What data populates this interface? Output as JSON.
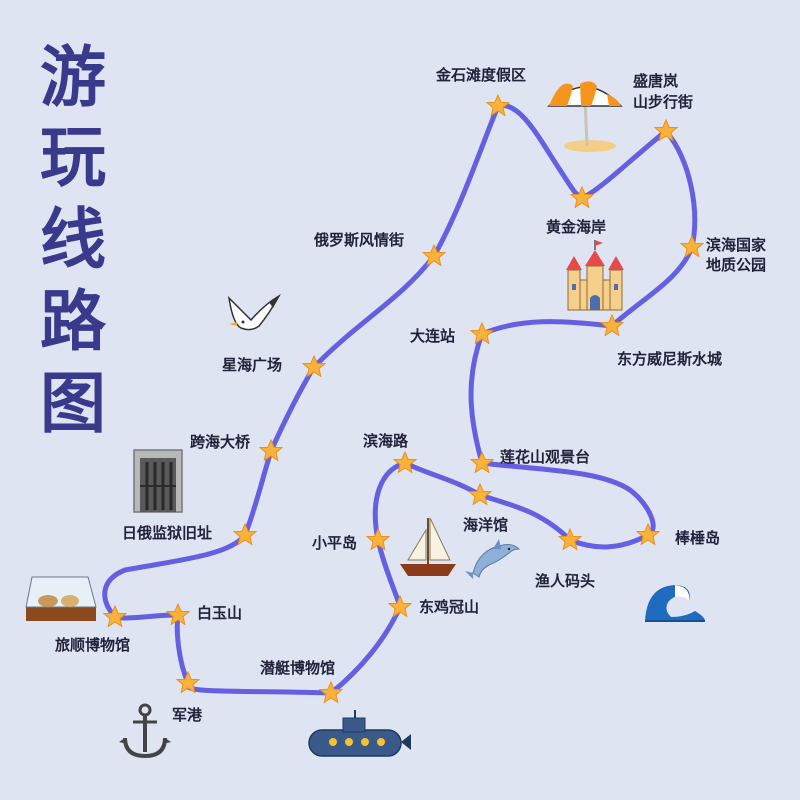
{
  "title": [
    "游",
    "玩",
    "线",
    "路",
    "图"
  ],
  "stops": [
    {
      "id": "jinshitan",
      "label": [
        "金石滩度假区"
      ]
    },
    {
      "id": "shengtang",
      "label": [
        "盛唐岚",
        "山步行街"
      ]
    },
    {
      "id": "huangjin",
      "label": [
        "黄金海岸"
      ]
    },
    {
      "id": "binhaiguojia",
      "label": [
        "滨海国家",
        "地质公园"
      ]
    },
    {
      "id": "eluosi",
      "label": [
        "俄罗斯风情街"
      ]
    },
    {
      "id": "dongfang",
      "label": [
        "东方威尼斯水城"
      ]
    },
    {
      "id": "dalian",
      "label": [
        "大连站"
      ]
    },
    {
      "id": "xinghai",
      "label": [
        "星海广场"
      ]
    },
    {
      "id": "kuahai",
      "label": [
        "跨海大桥"
      ]
    },
    {
      "id": "binhailu",
      "label": [
        "滨海路"
      ]
    },
    {
      "id": "lianhua",
      "label": [
        "莲花山观景台"
      ]
    },
    {
      "id": "haiyang",
      "label": [
        "海洋馆"
      ]
    },
    {
      "id": "rie",
      "label": [
        "日俄监狱旧址"
      ]
    },
    {
      "id": "bangchui",
      "label": [
        "棒棰岛"
      ]
    },
    {
      "id": "xiaoping",
      "label": [
        "小平岛"
      ]
    },
    {
      "id": "yuren",
      "label": [
        "渔人码头"
      ]
    },
    {
      "id": "baiyu",
      "label": [
        "白玉山"
      ]
    },
    {
      "id": "dongji",
      "label": [
        "东鸡冠山"
      ]
    },
    {
      "id": "lvshun",
      "label": [
        "旅顺博物馆"
      ]
    },
    {
      "id": "qianting",
      "label": [
        "潜艇博物馆"
      ]
    },
    {
      "id": "jungang",
      "label": [
        "军港"
      ]
    }
  ],
  "icons": [
    "umbrella-icon",
    "castle-icon",
    "seagull-icon",
    "prison-door-icon",
    "sailboat-icon",
    "dolphin-icon",
    "wave-icon",
    "museum-case-icon",
    "anchor-icon",
    "submarine-icon"
  ],
  "colors": {
    "background": "#dfe4f3",
    "route": "#6460e0",
    "star": "#fbb23a",
    "title": "#3a3a8c"
  }
}
